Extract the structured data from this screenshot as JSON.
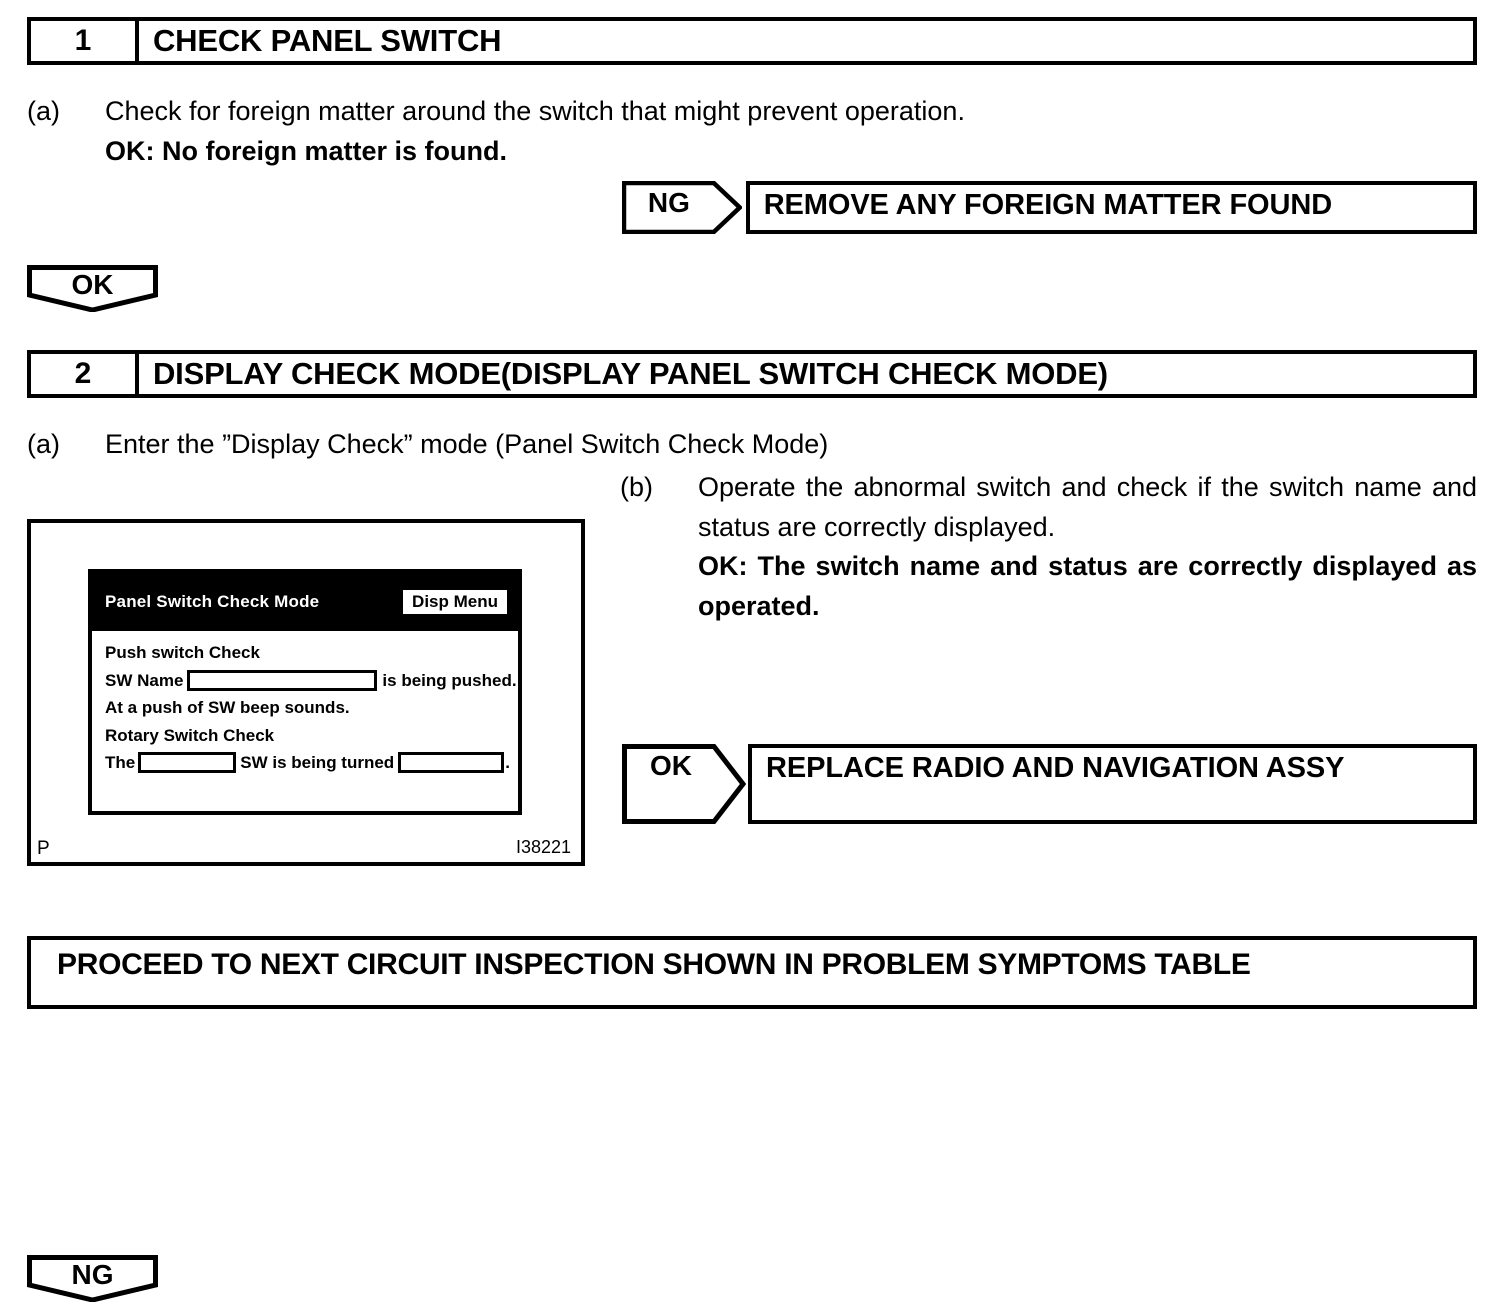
{
  "steps": [
    {
      "number": "1",
      "title": "CHECK PANEL SWITCH",
      "instructions": [
        {
          "marker": "(a)",
          "line1": "Check for foreign matter around the switch that might prevent operation.",
          "line2": "OK: No foreign matter is found."
        }
      ]
    },
    {
      "number": "2",
      "title": "DISPLAY CHECK MODE(DISPLAY PANEL SWITCH CHECK MODE)",
      "instructions": [
        {
          "marker": "(a)",
          "line1": "Enter the ”Display Check” mode (Panel Switch Check Mode)"
        },
        {
          "marker": "(b)",
          "line1": "Operate the abnormal switch and check if the switch name and status are correctly displayed.",
          "line2": "OK: The switch name and status are correctly displayed as operated."
        }
      ]
    }
  ],
  "branches": [
    {
      "label": "NG",
      "action": "REMOVE ANY FOREIGN MATTER FOUND"
    },
    {
      "label": "OK",
      "action": "REPLACE RADIO AND NAVIGATION ASSY"
    }
  ],
  "flow_connectors": [
    {
      "label": "OK"
    },
    {
      "label": "NG"
    }
  ],
  "figure": {
    "tag_left": "P",
    "tag_right": "I38221",
    "screen": {
      "title": "Panel Switch Check Mode",
      "menu_button": "Disp Menu",
      "section_push": "Push switch Check",
      "sw_name_label": "SW Name",
      "sw_name_suffix": "is being pushed.",
      "beep_note": "At a push of SW beep sounds.",
      "section_rotary": "Rotary Switch Check",
      "rotary_prefix": "The",
      "rotary_middle": "SW is being turned",
      "rotary_suffix": "."
    }
  },
  "footer": {
    "text": "PROCEED TO NEXT CIRCUIT INSPECTION SHOWN IN PROBLEM SYMPTOMS TABLE"
  }
}
